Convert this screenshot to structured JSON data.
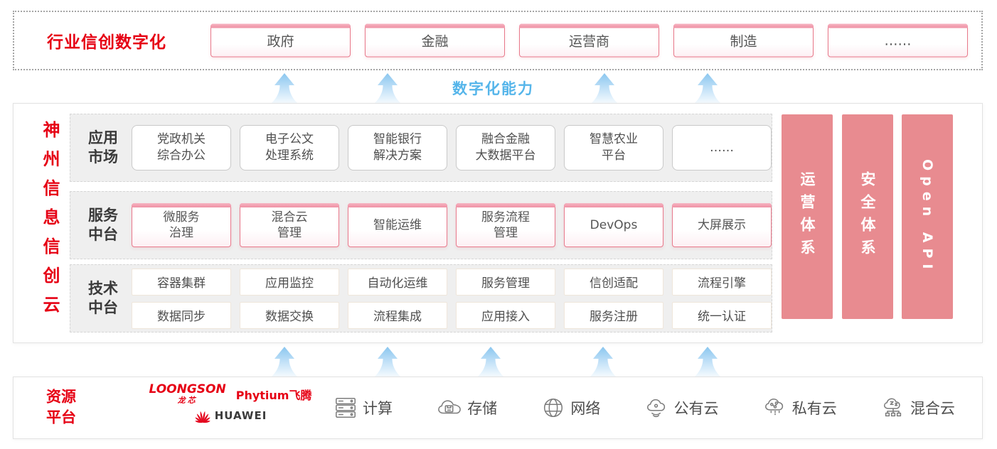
{
  "colors": {
    "accent_red": "#e60014",
    "bar_pink": "#e88b90",
    "capability_blue": "#55b5ea"
  },
  "industry": {
    "title": "行业信创数字化",
    "items": [
      "政府",
      "金融",
      "运营商",
      "制造",
      "……"
    ]
  },
  "capability_label": "数字化能力",
  "platform": {
    "title": "神州信息信创云",
    "app_row": {
      "label": "应用\n市场",
      "items": [
        "党政机关\n综合办公",
        "电子公文\n处理系统",
        "智能银行\n解决方案",
        "融合金融\n大数据平台",
        "智慧农业\n平台",
        "……"
      ]
    },
    "service_row": {
      "label": "服务\n中台",
      "items": [
        "微服务\n治理",
        "混合云\n管理",
        "智能运维",
        "服务流程\n管理",
        "DevOps",
        "大屏展示"
      ]
    },
    "tech_row": {
      "label": "技术\n中台",
      "row1": [
        "容器集群",
        "应用监控",
        "自动化运维",
        "服务管理",
        "信创适配",
        "流程引擎"
      ],
      "row2": [
        "数据同步",
        "数据交换",
        "流程集成",
        "应用接入",
        "服务注册",
        "统一认证"
      ]
    },
    "bars": [
      {
        "label": "运营体系"
      },
      {
        "label": "安全体系"
      },
      {
        "label": "Open API"
      }
    ]
  },
  "resources": {
    "label": "资源\n平台",
    "vendors": {
      "loongson": "LOONGSON",
      "loongson_sub": "龙芯",
      "phytium": "Phytium飞腾",
      "huawei": "HUAWEI"
    },
    "items": [
      {
        "icon": "compute-icon",
        "label": "计算"
      },
      {
        "icon": "storage-icon",
        "label": "存储"
      },
      {
        "icon": "network-icon",
        "label": "网络"
      },
      {
        "icon": "public-cloud-icon",
        "label": "公有云"
      },
      {
        "icon": "private-cloud-icon",
        "label": "私有云"
      },
      {
        "icon": "hybrid-cloud-icon",
        "label": "混合云"
      }
    ]
  }
}
